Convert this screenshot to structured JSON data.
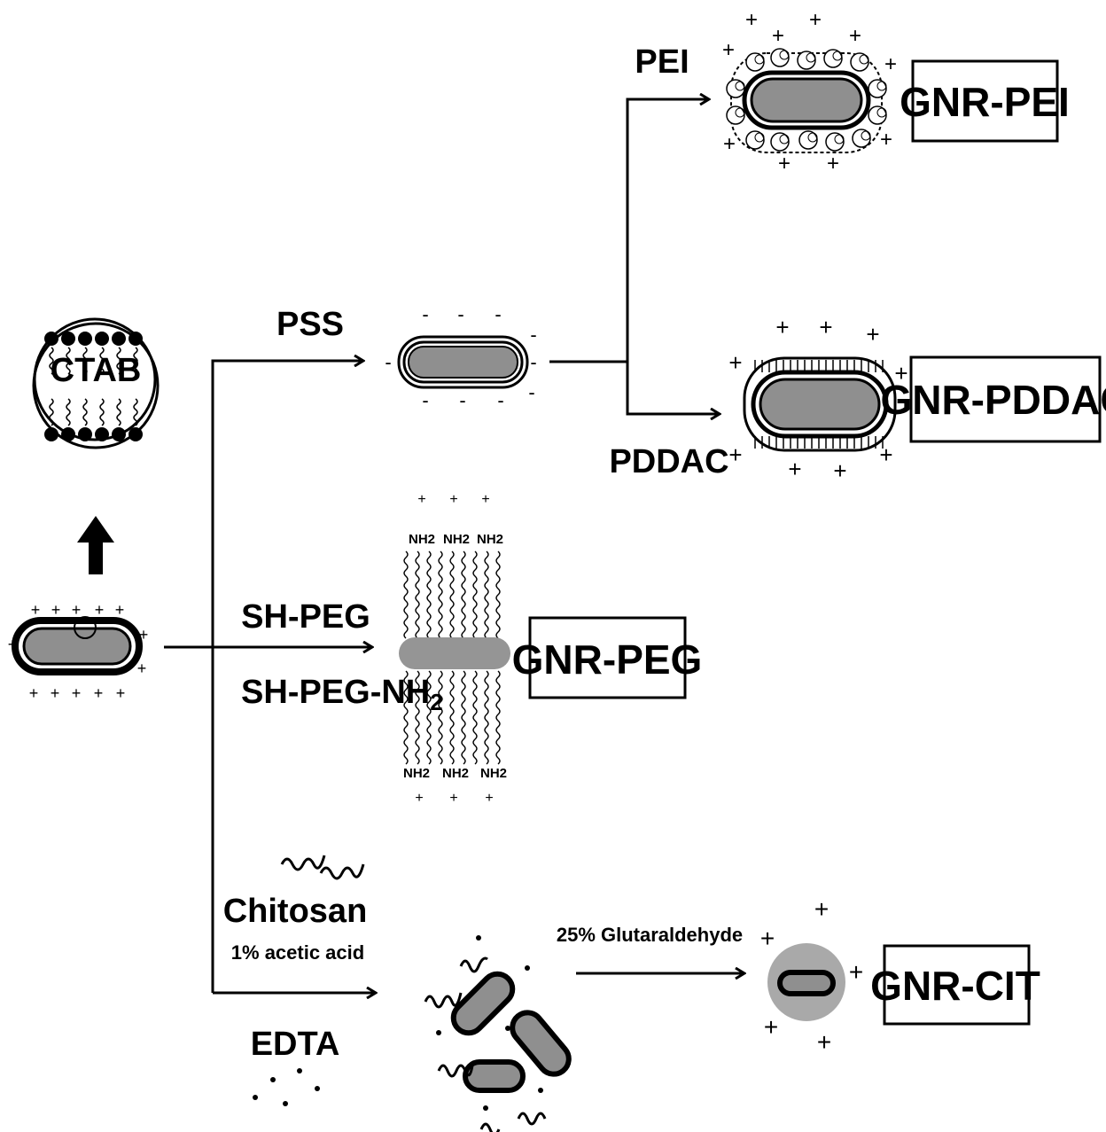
{
  "diagram": {
    "ctab_label": "CTAB",
    "reagents": {
      "pss": "PSS",
      "pei": "PEI",
      "pddac": "PDDAC",
      "sh_peg": "SH-PEG",
      "sh_peg_nh2_base": "SH-PEG-NH",
      "sh_peg_nh2_sub": "2",
      "chitosan": "Chitosan",
      "acetic_acid": "1% acetic acid",
      "edta": "EDTA",
      "glutaraldehyde": "25% Glutaraldehyde"
    },
    "products": {
      "pei": "GNR-PEI",
      "pddac": "GNR-PDDAC",
      "peg": "GNR-PEG",
      "cit": "GNR-CIT"
    },
    "peg_labels": {
      "top": [
        "NH2",
        "NH2",
        "NH2"
      ],
      "bottom": [
        "NH2",
        "NH2",
        "NH2"
      ]
    },
    "charges": {
      "plus": "+",
      "minus": "-"
    },
    "colors": {
      "rod_fill": "#8f8f8f",
      "rod_stroke": "#000000",
      "peg_bar": "#959595",
      "cit_halo": "#a9a9a9",
      "ctab_bottom": "#8f8f8f"
    }
  }
}
